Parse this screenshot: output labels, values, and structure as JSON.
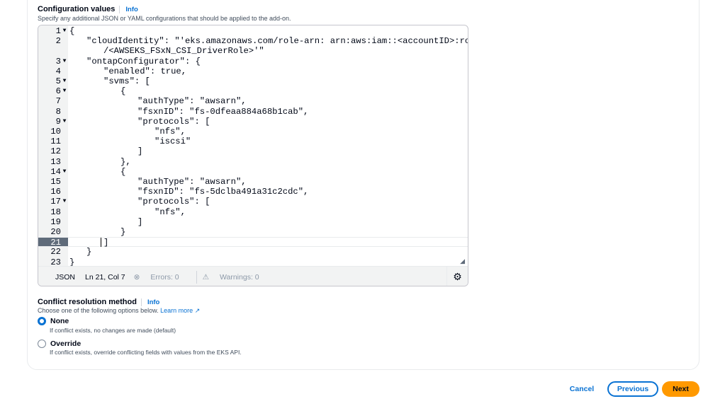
{
  "config": {
    "title": "Configuration values",
    "info": "Info",
    "description": "Specify any additional JSON or YAML configurations that should be applied to the add-on."
  },
  "editor": {
    "lines": [
      {
        "n": "1",
        "fold": true,
        "indent": 0,
        "text": "{"
      },
      {
        "n": "2",
        "fold": false,
        "indent": 1,
        "text": "\"cloudIdentity\": \"'eks.amazonaws.com/role-arn: arn:aws:iam::<accountID>:role",
        "wrap": "/<AWSEKS_FSxN_CSI_DriverRole>'\""
      },
      {
        "n": "3",
        "fold": true,
        "indent": 1,
        "text": "\"ontapConfigurator\": {"
      },
      {
        "n": "4",
        "fold": false,
        "indent": 2,
        "text": "\"enabled\": true,"
      },
      {
        "n": "5",
        "fold": true,
        "indent": 2,
        "text": "\"svms\": ["
      },
      {
        "n": "6",
        "fold": true,
        "indent": 3,
        "text": "{"
      },
      {
        "n": "7",
        "fold": false,
        "indent": 4,
        "text": "\"authType\": \"awsarn\","
      },
      {
        "n": "8",
        "fold": false,
        "indent": 4,
        "text": "\"fsxnID\": \"fs-0dfeaa884a68b1cab\","
      },
      {
        "n": "9",
        "fold": true,
        "indent": 4,
        "text": "\"protocols\": ["
      },
      {
        "n": "10",
        "fold": false,
        "indent": 5,
        "text": "\"nfs\","
      },
      {
        "n": "11",
        "fold": false,
        "indent": 5,
        "text": "\"iscsi\""
      },
      {
        "n": "12",
        "fold": false,
        "indent": 4,
        "text": "]"
      },
      {
        "n": "13",
        "fold": false,
        "indent": 3,
        "text": "},"
      },
      {
        "n": "14",
        "fold": true,
        "indent": 3,
        "text": "{"
      },
      {
        "n": "15",
        "fold": false,
        "indent": 4,
        "text": "\"authType\": \"awsarn\","
      },
      {
        "n": "16",
        "fold": false,
        "indent": 4,
        "text": "\"fsxnID\": \"fs-5dclba491a31c2cdc\","
      },
      {
        "n": "17",
        "fold": true,
        "indent": 4,
        "text": "\"protocols\": ["
      },
      {
        "n": "18",
        "fold": false,
        "indent": 5,
        "text": "\"nfs\","
      },
      {
        "n": "19",
        "fold": false,
        "indent": 4,
        "text": "]"
      },
      {
        "n": "20",
        "fold": false,
        "indent": 3,
        "text": "}"
      },
      {
        "n": "21",
        "fold": false,
        "indent": 2,
        "text": "]",
        "active": true
      },
      {
        "n": "22",
        "fold": false,
        "indent": 1,
        "text": "}"
      },
      {
        "n": "23",
        "fold": false,
        "indent": 0,
        "text": "}"
      }
    ],
    "status": {
      "language": "JSON",
      "position": "Ln 21, Col 7",
      "errors": "Errors: 0",
      "warnings": "Warnings: 0"
    }
  },
  "conflict": {
    "title": "Conflict resolution method",
    "info": "Info",
    "description": "Choose one of the following options below.",
    "learn_more": "Learn more",
    "options": [
      {
        "label": "None",
        "description": "If conflict exists, no changes are made (default)",
        "selected": true
      },
      {
        "label": "Override",
        "description": "If conflict exists, override conflicting fields with values from the EKS API.",
        "selected": false
      }
    ]
  },
  "footer": {
    "cancel": "Cancel",
    "previous": "Previous",
    "next": "Next"
  },
  "colors": {
    "accent": "#0972d3",
    "primary_button": "#ff9900"
  }
}
